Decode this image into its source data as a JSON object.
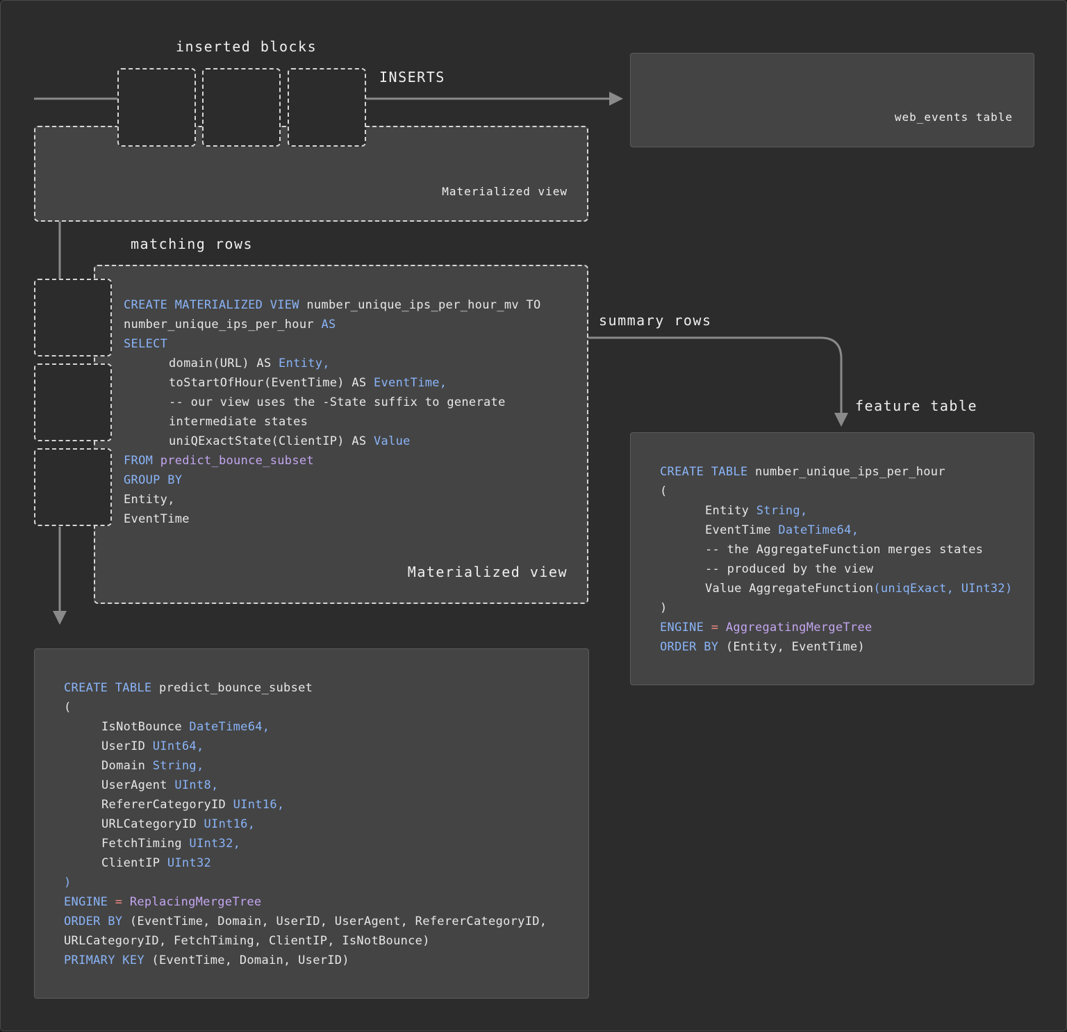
{
  "labels": {
    "inserted_blocks": "inserted blocks",
    "inserts": "INSERTS",
    "web_events_table": "web_events table",
    "mv_top": "Materialized view",
    "matching_rows": "matching rows",
    "summary_rows": "summary rows",
    "feature_table": "feature table",
    "mv_bottom": "Materialized view"
  },
  "mv_sql": [
    [
      {
        "t": "CREATE MATERIALIZED VIEW ",
        "c": "kw"
      },
      {
        "t": "number_unique_ips_per_hour_mv TO"
      }
    ],
    [
      {
        "t": "number_unique_ips_per_hour "
      },
      {
        "t": "AS",
        "c": "kw"
      }
    ],
    [
      {
        "t": "SELECT",
        "c": "kw"
      }
    ],
    [
      {
        "t": "domain(URL) AS ",
        "i": 1
      },
      {
        "t": "Entity,",
        "c": "ty"
      }
    ],
    [
      {
        "t": "toStartOfHour(EventTime) AS ",
        "i": 1
      },
      {
        "t": "EventTime,",
        "c": "ty"
      }
    ],
    [
      {
        "t": "-- our view uses the -State suffix to generate",
        "i": 1
      }
    ],
    [
      {
        "t": "intermediate states",
        "i": 1
      }
    ],
    [
      {
        "t": "uniQExactState(ClientIP) AS ",
        "i": 1
      },
      {
        "t": "Value",
        "c": "ty"
      }
    ],
    [
      {
        "t": "FROM ",
        "c": "kw"
      },
      {
        "t": "predict_bounce_subset",
        "c": "fn"
      }
    ],
    [
      {
        "t": "GROUP BY",
        "c": "kw"
      }
    ],
    [
      {
        "t": "Entity,"
      }
    ],
    [
      {
        "t": "EventTime"
      }
    ]
  ],
  "feature_sql": [
    [
      {
        "t": "CREATE TABLE ",
        "c": "kw"
      },
      {
        "t": "number_unique_ips_per_hour"
      }
    ],
    [
      {
        "t": "("
      }
    ],
    [
      {
        "t": "Entity ",
        "i": 1
      },
      {
        "t": "String,",
        "c": "ty"
      }
    ],
    [
      {
        "t": "EventTime ",
        "i": 1
      },
      {
        "t": "DateTime64,",
        "c": "ty"
      }
    ],
    [
      {
        "t": "-- the AggregateFunction merges states",
        "i": 1
      }
    ],
    [
      {
        "t": "-- produced by the view",
        "i": 1
      }
    ],
    [
      {
        "t": "Value AggregateFunction",
        "i": 1
      },
      {
        "t": "(uniqExact, UInt32)",
        "c": "ty"
      }
    ],
    [
      {
        "t": ")"
      }
    ],
    [
      {
        "t": "ENGINE ",
        "c": "kw"
      },
      {
        "t": "= ",
        "c": "op"
      },
      {
        "t": "AggregatingMergeTree",
        "c": "fn"
      }
    ],
    [
      {
        "t": "ORDER BY ",
        "c": "kw"
      },
      {
        "t": "(Entity, EventTime)"
      }
    ]
  ],
  "source_sql": [
    [
      {
        "t": "CREATE TABLE ",
        "c": "kw"
      },
      {
        "t": "predict_bounce_subset"
      }
    ],
    [
      {
        "t": "("
      }
    ],
    [
      {
        "t": "IsNotBounce ",
        "i": 2
      },
      {
        "t": "DateTime64,",
        "c": "ty"
      }
    ],
    [
      {
        "t": "UserID ",
        "i": 2
      },
      {
        "t": "UInt64,",
        "c": "ty"
      }
    ],
    [
      {
        "t": "Domain ",
        "i": 2
      },
      {
        "t": "String,",
        "c": "ty"
      }
    ],
    [
      {
        "t": "UserAgent ",
        "i": 2
      },
      {
        "t": "UInt8,",
        "c": "ty"
      }
    ],
    [
      {
        "t": "RefererCategoryID ",
        "i": 2
      },
      {
        "t": "UInt16,",
        "c": "ty"
      }
    ],
    [
      {
        "t": "URLCategoryID ",
        "i": 2
      },
      {
        "t": "UInt16,",
        "c": "ty"
      }
    ],
    [
      {
        "t": "FetchTiming ",
        "i": 2
      },
      {
        "t": "UInt32,",
        "c": "ty"
      }
    ],
    [
      {
        "t": "ClientIP ",
        "i": 2
      },
      {
        "t": "UInt32",
        "c": "ty"
      }
    ],
    [
      {
        "t": ")",
        "c": "ty"
      }
    ],
    [
      {
        "t": "ENGINE ",
        "c": "kw"
      },
      {
        "t": "= ",
        "c": "op"
      },
      {
        "t": "ReplacingMergeTree",
        "c": "fn"
      }
    ],
    [
      {
        "t": "ORDER BY ",
        "c": "kw"
      },
      {
        "t": "(EventTime, Domain, UserID, UserAgent, RefererCategoryID,"
      }
    ],
    [
      {
        "t": "URLCategoryID, FetchTiming, ClientIP, IsNotBounce)"
      }
    ],
    [
      {
        "t": "PRIMARY KEY ",
        "c": "kw"
      },
      {
        "t": "(EventTime, Domain, UserID)"
      }
    ]
  ],
  "colors": {
    "background": "#2c2c2c",
    "box": "#444444",
    "keyword": "#8ab4f8",
    "function": "#c3a6f0",
    "operator": "#f28b82",
    "arrow": "#8a8a8a"
  }
}
